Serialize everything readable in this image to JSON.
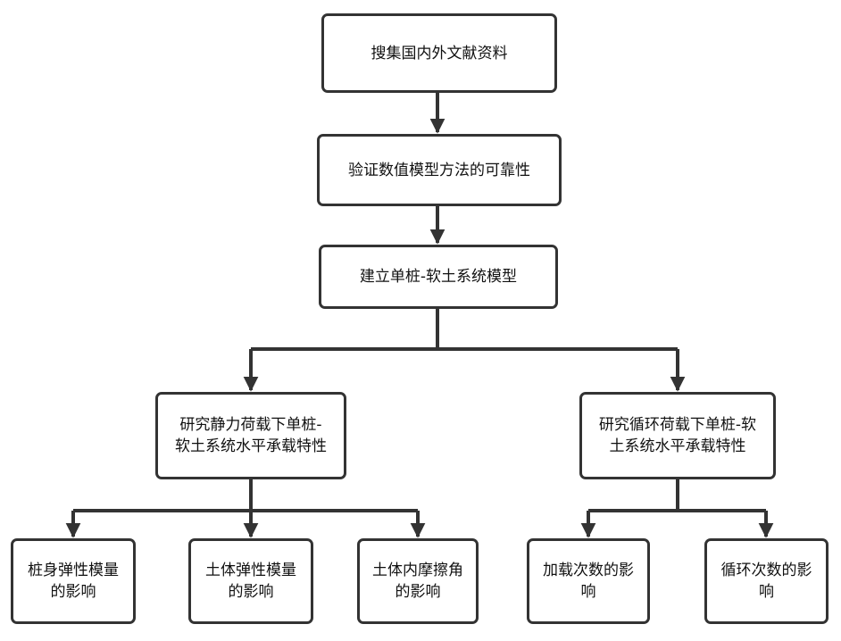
{
  "colors": {
    "stroke": "#333333",
    "text": "#111111",
    "background": "#ffffff"
  },
  "nodes": {
    "collect": "搜集国内外文献资料",
    "verify": "验证数值模型方法的可靠性",
    "build": "建立单桩-软土系统模型",
    "static": "研究静力荷载下单桩-\n软土系统水平承载特性",
    "cyclic": "研究循环荷载下单桩-软\n土系统水平承载特性",
    "pile_modulus": "桩身弹性模量\n的影响",
    "soil_modulus": "土体弹性模量\n的影响",
    "friction_angle": "土体内摩擦角\n的影响",
    "load_count": "加载次数的影\n响",
    "cycle_count": "循环次数的影\n响"
  }
}
